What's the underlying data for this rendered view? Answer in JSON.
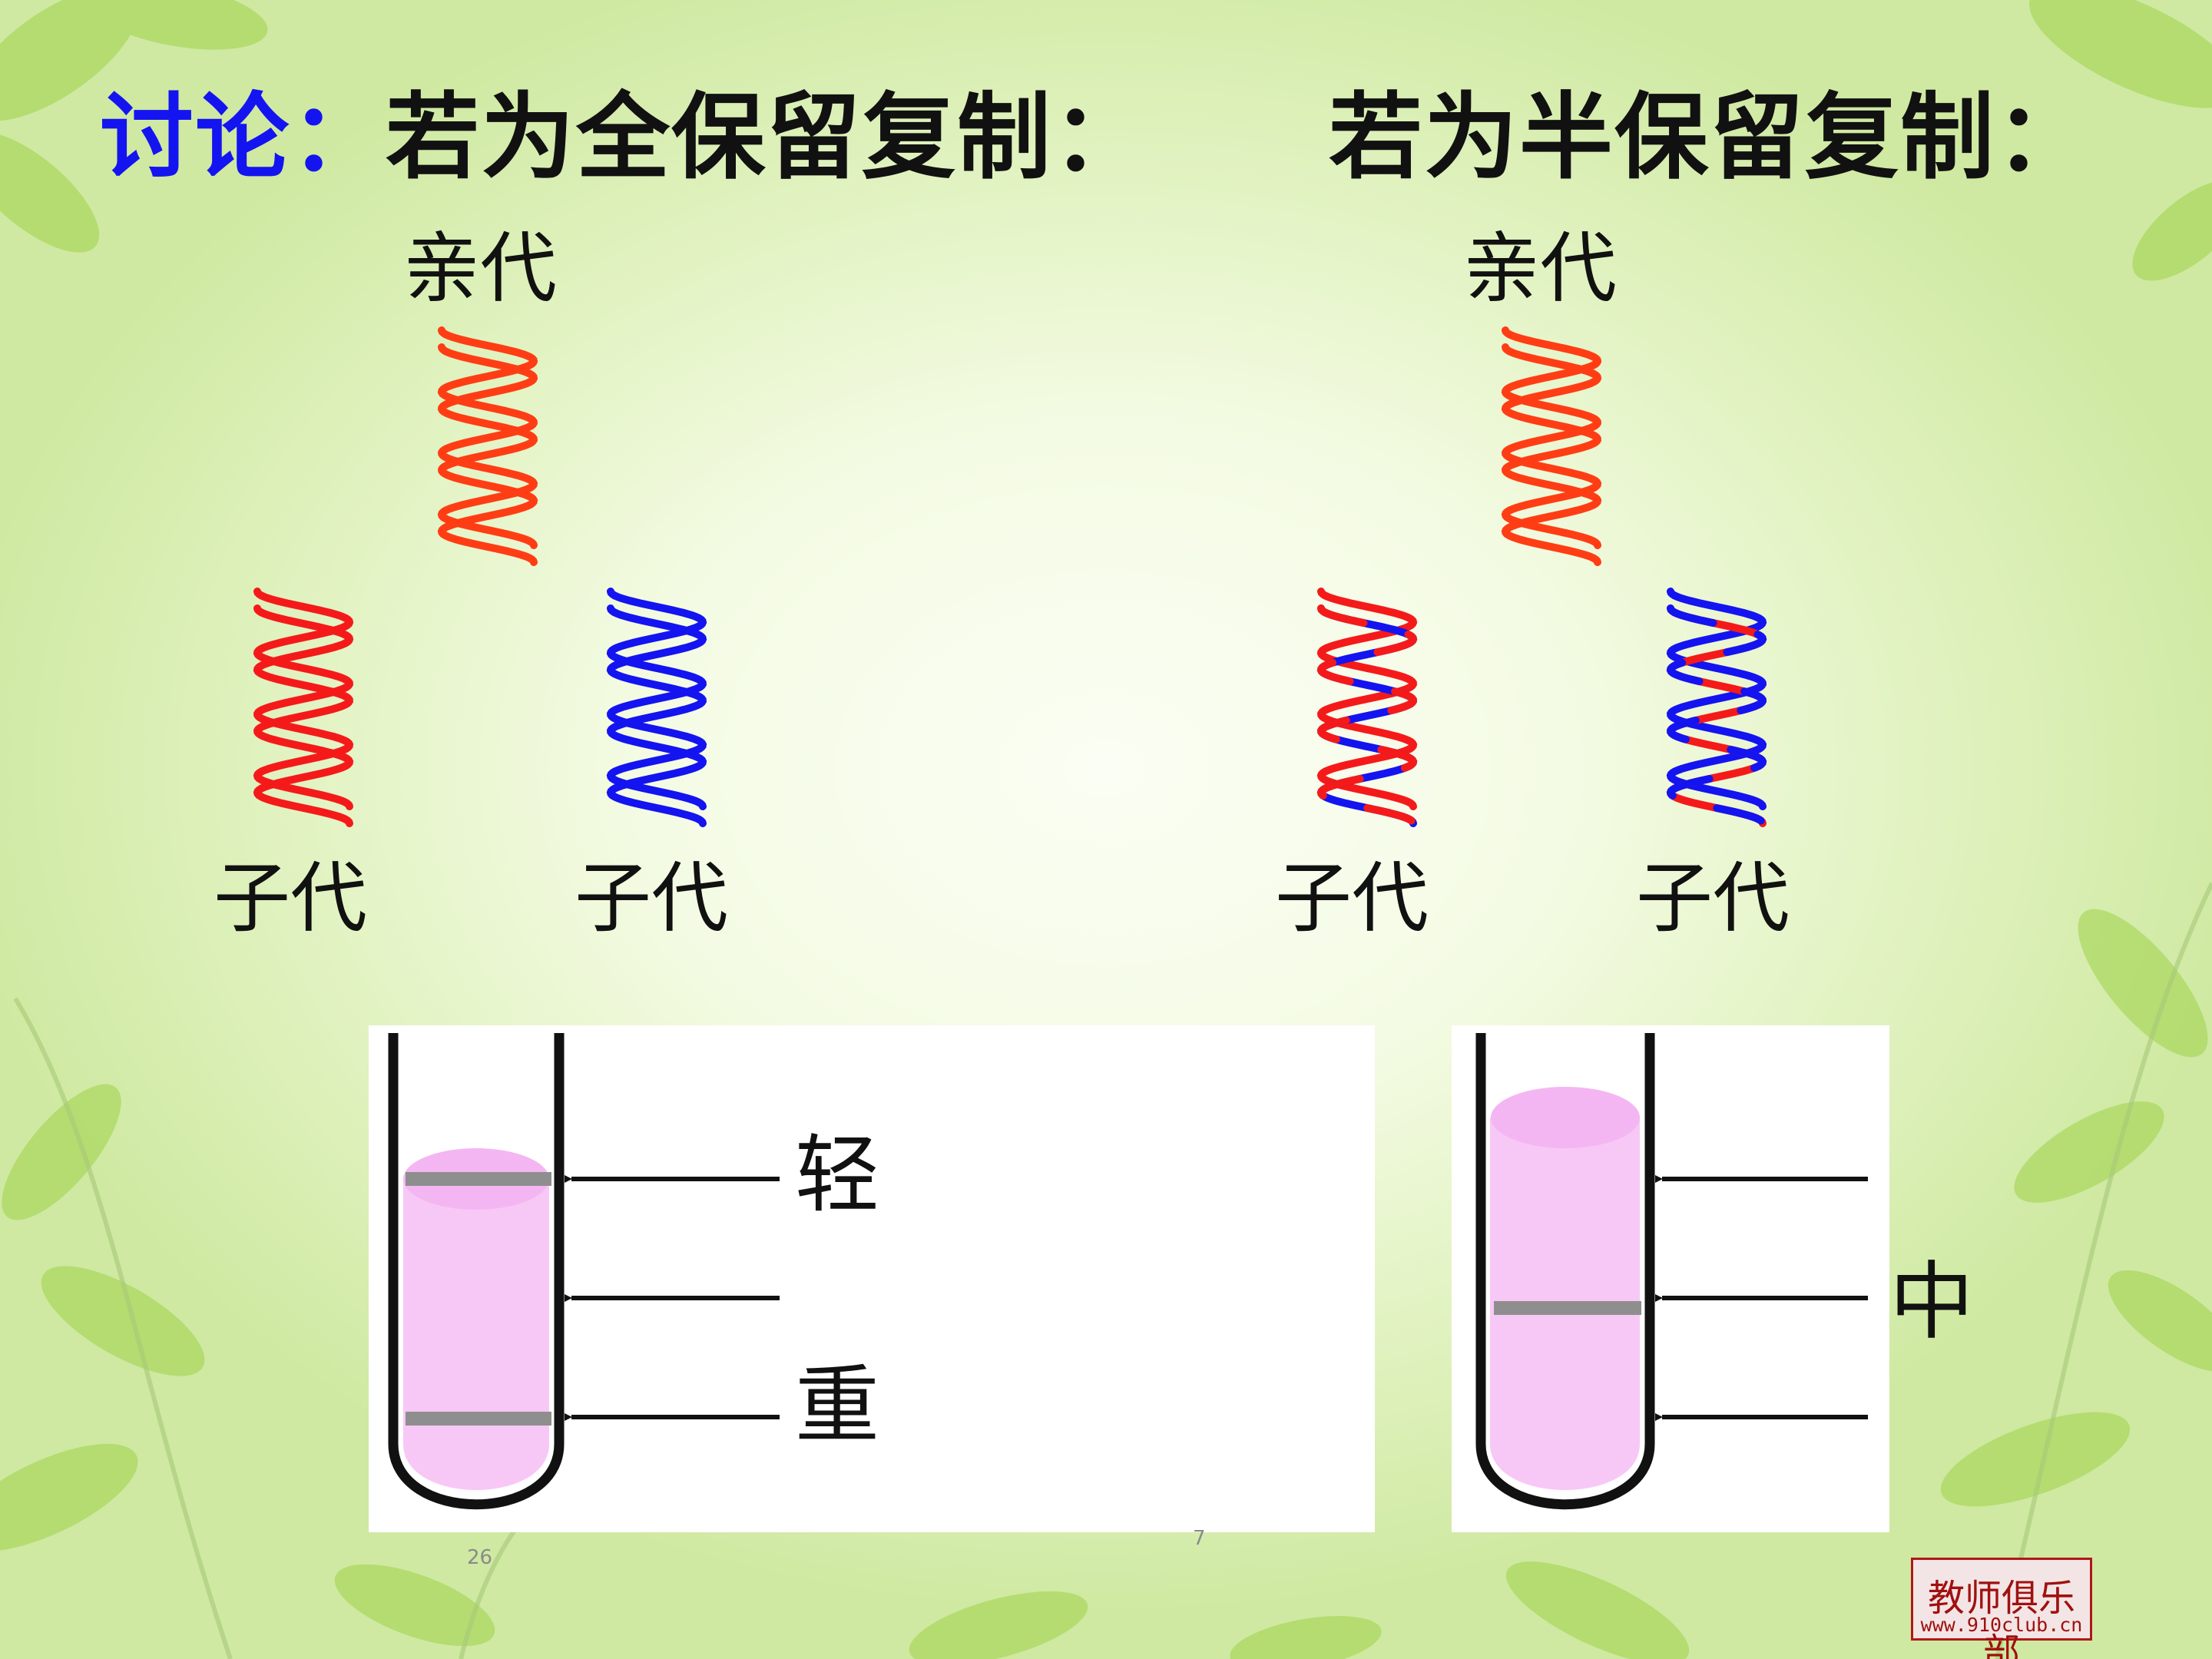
{
  "title": {
    "prefix": "讨论：",
    "conservative": "若为全保留复制：",
    "semiconservative": "若为半保留复制："
  },
  "labels": {
    "parent": "亲代",
    "daughter": "子代"
  },
  "tube_labels": {
    "light": "轻",
    "heavy": "重",
    "middle": "中"
  },
  "page_numbers": [
    "26",
    "7"
  ],
  "badge": {
    "line1": "教师俱乐部",
    "line2": "www.910club.cn"
  },
  "colors": {
    "parent_strand": "#ff3d14",
    "old_strand": "#f51a1a",
    "new_strand": "#1414f0",
    "tube_liquid": "#f7c8f5",
    "band": "#8e8e8e",
    "title_accent": "#1414f0"
  }
}
